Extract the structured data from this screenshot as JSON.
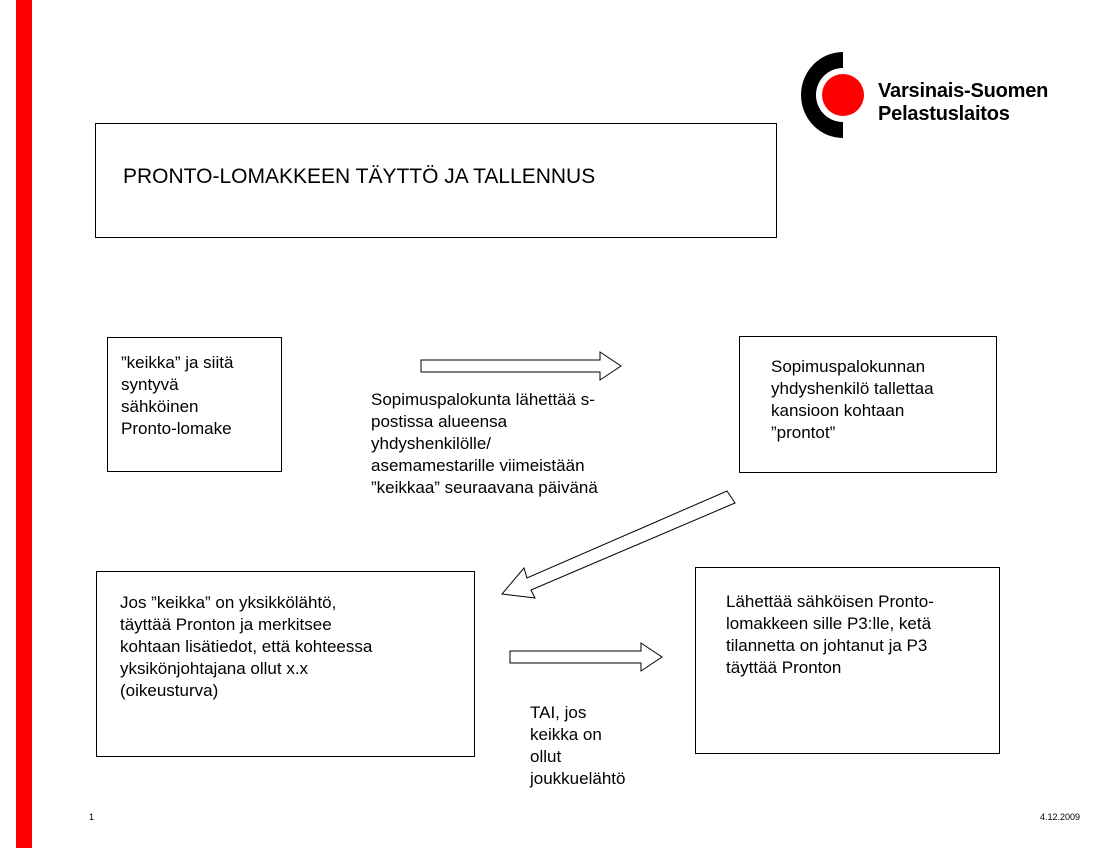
{
  "logo": {
    "line1": "Varsinais-Suomen",
    "line2": "Pelastuslaitos",
    "colors": {
      "dark": "#000000",
      "accent": "#ff0000"
    }
  },
  "title": "PRONTO-LOMAKKEEN TÄYTTÖ JA TALLENNUS",
  "nodes": {
    "keikka": "”keikka” ja siitä\nsyntyvä\nsähköinen\nPronto-lomake",
    "yhdyshenkilo": "Sopimuspalokunnan\nyhdyshenkilö tallettaa\nkansioon kohtaan\n”prontot”",
    "yksikkolahto": "Jos ”keikka” on yksikkölähtö,\ntäyttää Pronton ja merkitsee\nkohtaan lisätiedot, että kohteessa\nyksikönjohtajana ollut  x.x\n(oikeusturva)",
    "lahettaa": "Lähettää sähköisen Pronto-\nlomakkeen sille P3:lle, ketä\ntilannetta on johtanut ja P3\ntäyttää Pronton"
  },
  "edge_labels": {
    "send": "Sopimuspalokunta lähettää  s-\npostissa alueensa\nyhdyshenkilölle/\nasemamestarille viimeistään\n”keikkaa” seuraavana päivänä",
    "alternative": "TAI, jos\nkeikka on\nollut\njoukkuelähtö"
  },
  "footer": {
    "page_number": "1",
    "date": "4.12.2009"
  },
  "colors": {
    "sidebar": "#ff0000",
    "border": "#000000"
  }
}
